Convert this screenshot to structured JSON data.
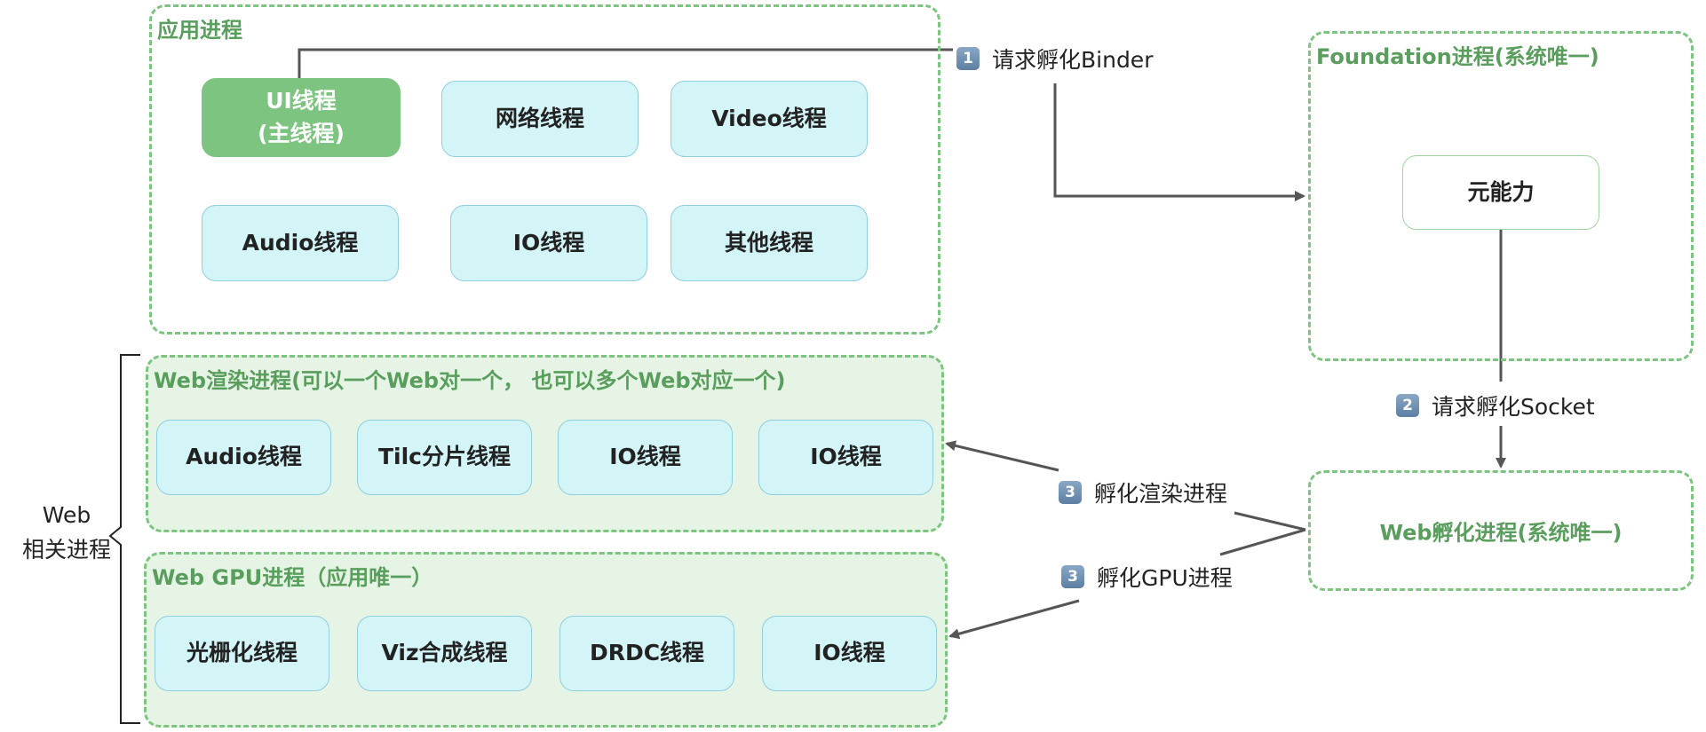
{
  "app_process": {
    "title": "应用进程",
    "threads": {
      "ui": {
        "line1": "UI线程",
        "line2": "(主线程)"
      },
      "network": "网络线程",
      "video": "Video线程",
      "audio": "Audio线程",
      "io": "IO线程",
      "other": "其他线程"
    }
  },
  "foundation_process": {
    "title": "Foundation进程(系统唯一)",
    "capability": "元能力"
  },
  "web_render_process": {
    "title": "Web渲染进程(可以一个Web对一个， 也可以多个Web对应一个)",
    "threads": [
      "Audio线程",
      "Tilc分片线程",
      "IO线程",
      "IO线程"
    ]
  },
  "web_gpu_process": {
    "title": "Web GPU进程（应用唯一）",
    "threads": [
      "光栅化线程",
      "Viz合成线程",
      "DRDC线程",
      "IO线程"
    ]
  },
  "web_incubator_process": {
    "title": "Web孵化进程(系统唯一)"
  },
  "side_label": {
    "line1": "Web",
    "line2": "相关进程"
  },
  "steps": {
    "step1": {
      "num": "1",
      "text": "请求孵化Binder"
    },
    "step2": {
      "num": "2",
      "text": "请求孵化Socket"
    },
    "step3a": {
      "num": "3",
      "text": "孵化渲染进程"
    },
    "step3b": {
      "num": "3",
      "text": "孵化GPU进程"
    }
  },
  "colors": {
    "group_border": "#7cc47f",
    "group_title": "#5a9e5d",
    "thread_fill": "#d3f5f8",
    "thread_border": "#8fcde0",
    "main_thread_fill": "#7cc47f",
    "web_group_fill": "#e6f4e6",
    "connector": "#555555",
    "badge": "#6b8db3"
  },
  "icons": {
    "step_badge": "number-badge-icon",
    "arrow": "arrow-head-icon",
    "brace": "left-curly-brace-icon"
  }
}
